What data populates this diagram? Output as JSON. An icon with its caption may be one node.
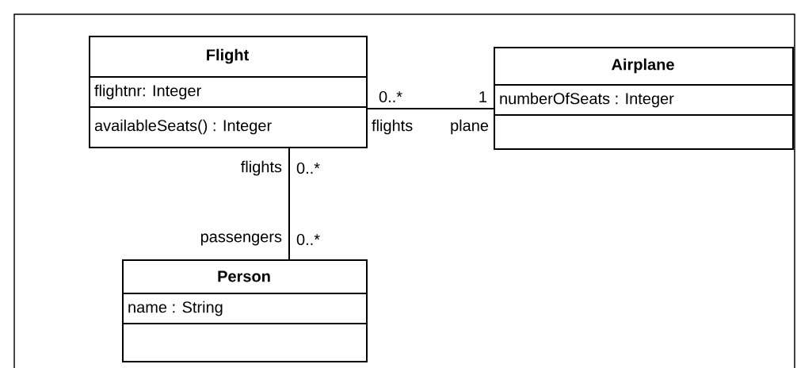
{
  "diagram": {
    "nodes": [
      {
        "text": [
          "Flight",
          "flightnr: Integer",
          "availableSeats() : Integer"
        ]
      },
      {
        "text": [
          "Airplane",
          "numberOfSeats : Integer"
        ]
      },
      {
        "text": [
          "Person",
          "name : String"
        ]
      }
    ],
    "edges": [
      {
        "from": 0,
        "to": 1,
        "arrow": "none"
      },
      {
        "from": 0,
        "to": 2,
        "arrow": "none"
      }
    ],
    "labels": [
      "0..*",
      "1",
      "flights",
      "plane",
      "flights",
      "0..*",
      "passengers",
      "0..*"
    ]
  }
}
